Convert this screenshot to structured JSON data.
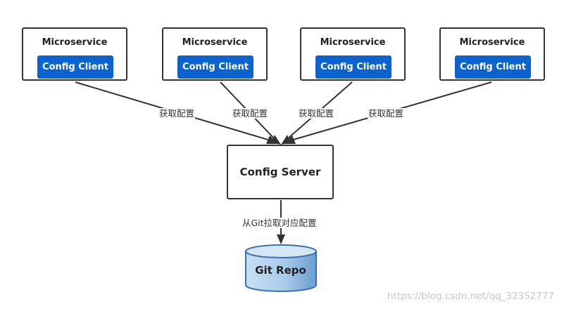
{
  "microservices": [
    {
      "title": "Microservice",
      "client_label": "Config Client",
      "edge_label": "获取配置"
    },
    {
      "title": "Microservice",
      "client_label": "Config Client",
      "edge_label": "获取配置"
    },
    {
      "title": "Microservice",
      "client_label": "Config Client",
      "edge_label": "获取配置"
    },
    {
      "title": "Microservice",
      "client_label": "Config Client",
      "edge_label": "获取配置"
    }
  ],
  "server": {
    "label": "Config Server"
  },
  "repo": {
    "label": "Git Repo",
    "edge_label": "从Git拉取对应配置"
  },
  "watermark": "https://blog.csdn.net/qq_32352777",
  "colors": {
    "client_fill": "#0b63cf",
    "repo_fill_top": "#d2e6f7",
    "repo_fill_bottom": "#7fb3dc",
    "repo_stroke": "#3f6fae",
    "border": "#333333"
  }
}
